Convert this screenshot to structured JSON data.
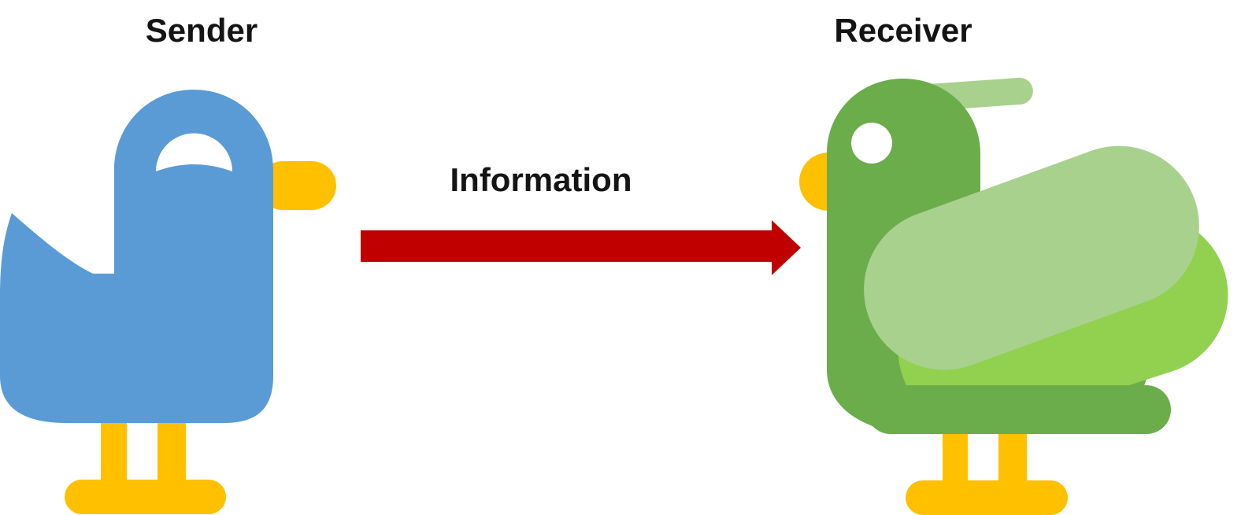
{
  "canvas": {
    "background": "#FFFFFF"
  },
  "labels": {
    "sender": "Sender",
    "receiver": "Receiver",
    "arrow": "Information"
  },
  "colors": {
    "sender_body": "#5B9BD5",
    "receiver_body": "#6BAC4B",
    "receiver_wing_light": "#A9D18E",
    "receiver_tail_bright": "#92D050",
    "beak_and_feet": "#FFC000",
    "arrow": "#C00000",
    "eye_white": "#FFFFFF",
    "label_text": "#141414"
  },
  "icons": {
    "sender": "blue-bird-icon",
    "receiver": "green-duck-icon",
    "arrow": "red-right-arrow-icon"
  }
}
